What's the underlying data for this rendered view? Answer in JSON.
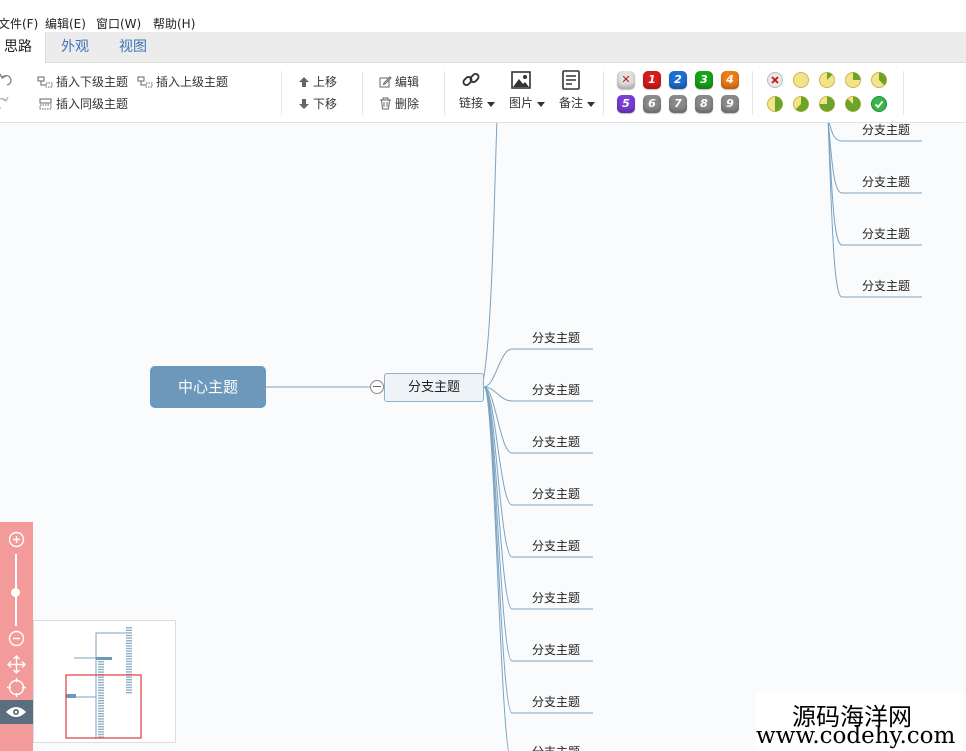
{
  "menu": [
    "文件(F)",
    "编辑(E)",
    "窗口(W)",
    "帮助(H)"
  ],
  "tabs": [
    {
      "label": "思路",
      "active": true
    },
    {
      "label": "外观",
      "active": false
    },
    {
      "label": "视图",
      "active": false
    }
  ],
  "toolbar": {
    "insert_child": "插入下级主题",
    "insert_parent": "插入上级主题",
    "insert_sibling": "插入同级主题",
    "move_up": "上移",
    "move_down": "下移",
    "edit": "编辑",
    "delete": "删除",
    "link": "链接",
    "image": "图片",
    "note": "备注"
  },
  "priority_markers": [
    "1",
    "2",
    "3",
    "4",
    "5",
    "6",
    "7",
    "8",
    "9"
  ],
  "priority_colors": [
    "#d71c1c",
    "#1f6fd1",
    "#19a319",
    "#f07c18",
    "#7a3fd3",
    "#8a8a8a",
    "#8a8a8a",
    "#8a8a8a",
    "#8a8a8a"
  ],
  "progress_markers": [
    0,
    0.125,
    0.25,
    0.375,
    0.5,
    0.625,
    0.75,
    0.875,
    1
  ],
  "mindmap": {
    "central": "中心主题",
    "main_branch": "分支主题",
    "right_subtopics": [
      "分支主题",
      "分支主题",
      "分支主题",
      "分支主题",
      "分支主题",
      "分支主题",
      "分支主题",
      "分支主题",
      "分支主题"
    ],
    "upper_subtopics": [
      "分支主题",
      "分支主题",
      "分支主题",
      "分支主题"
    ]
  },
  "watermark": {
    "line1": "源码海洋网",
    "line2": "www.codehy.com"
  },
  "colors": {
    "central": "#6b98bb",
    "line": "#7ba3c2",
    "sidebar": "#f39a9a"
  }
}
